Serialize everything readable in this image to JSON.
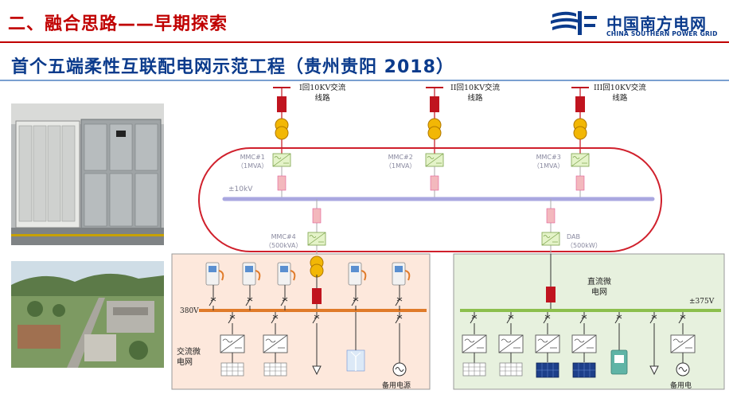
{
  "header": {
    "section_title": "二、融合思路——早期探索",
    "slide_title": "首个五端柔性互联配电网示范工程（贵州贵阳  2018）",
    "logo_cn": "中国南方电网",
    "logo_en": "CHINA SOUTHERN POWER GRID"
  },
  "diagram": {
    "feeders": [
      {
        "label_l1": "I回10KV交流",
        "label_l2": "线路"
      },
      {
        "label_l1": "II回10KV交流",
        "label_l2": "线路"
      },
      {
        "label_l1": "III回10KV交流",
        "label_l2": "线路"
      }
    ],
    "mmc_top": [
      {
        "name": "MMC#1",
        "cap": "（1MVA）"
      },
      {
        "name": "MMC#2",
        "cap": "（1MVA）"
      },
      {
        "name": "MMC#3",
        "cap": "（1MVA）"
      }
    ],
    "dc_bus_label": "±10kV",
    "mmc4": {
      "name": "MMC#4",
      "cap": "（500kVA）"
    },
    "dab": {
      "name": "DAB",
      "cap": "（500kW）"
    },
    "ac_micro": {
      "bus_label": "380V",
      "label_l1": "交流微",
      "label_l2": "电网",
      "backup_label": "备用电源"
    },
    "dc_micro": {
      "bus_label": "±375V",
      "label_l1": "直流微",
      "label_l2": "电网",
      "backup_label": "备用电"
    }
  },
  "colors": {
    "title_red": "#c00000",
    "title_blue": "#0b3b8c",
    "dc_ring": "#d0202c",
    "dc_bus": "#a9a7e0",
    "ac_bus": "#e07b2a",
    "dc_micro_bus": "#8cbf4d",
    "ac_panel_bg": "#fde8dc",
    "dc_panel_bg": "#e7f1de",
    "transformer": "#f2b705",
    "breaker": "#c0141f"
  }
}
